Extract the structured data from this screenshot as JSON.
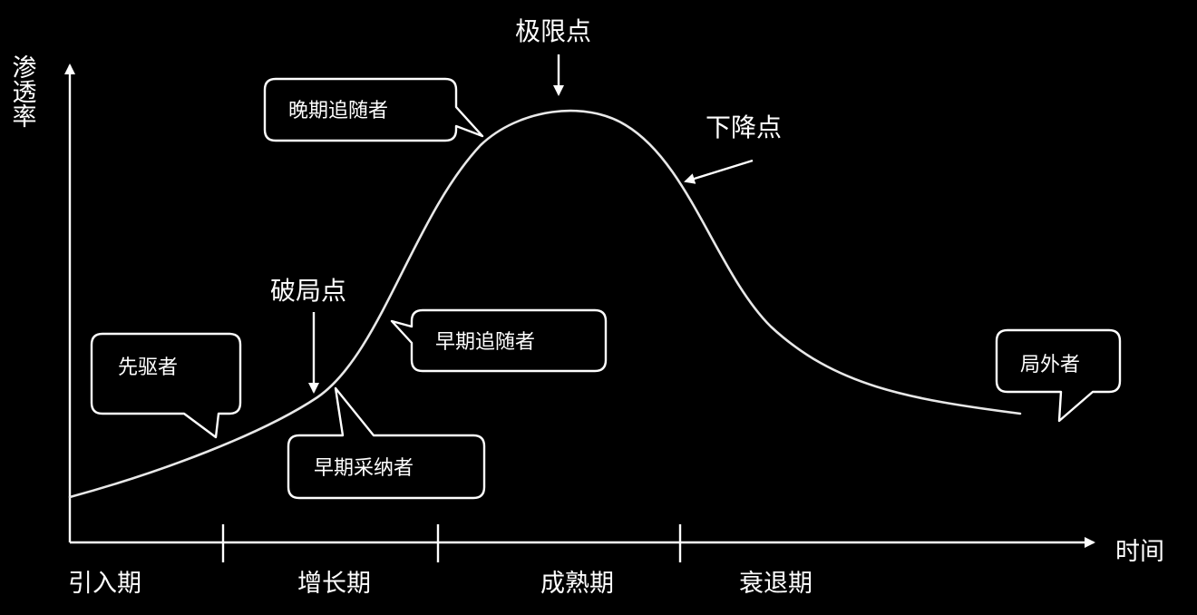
{
  "diagram": {
    "y_axis_label": "渗透率",
    "x_axis_label": "时间",
    "phases": [
      "引入期",
      "增长期",
      "成熟期",
      "衰退期"
    ],
    "points": {
      "breakthrough": "破局点",
      "limit": "极限点",
      "decline": "下降点"
    },
    "adopters": {
      "innovators": "先驱者",
      "early_adopters": "早期采纳者",
      "early_majority": "早期追随者",
      "late_majority": "晚期追随者",
      "laggards": "局外者"
    },
    "colors": {
      "background": "#000000",
      "foreground": "#ffffff",
      "curve": "#e8e8e8"
    }
  }
}
